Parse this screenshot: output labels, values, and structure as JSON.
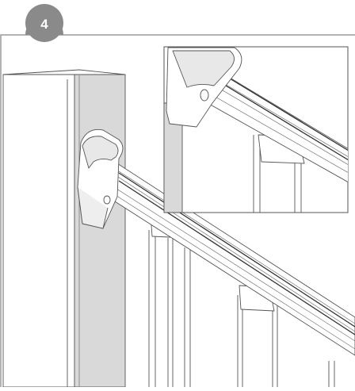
{
  "step": {
    "number": "4"
  },
  "colors": {
    "badge": "#8a8a8a",
    "frame": "#9a9a9a",
    "line": "#555555",
    "shade": "#d9d9d9",
    "background": "#ffffff"
  },
  "illustration": {
    "subject": "railing-handrail-attachment-to-post",
    "parts": [
      "post",
      "handrail",
      "balusters",
      "detail-inset"
    ]
  }
}
